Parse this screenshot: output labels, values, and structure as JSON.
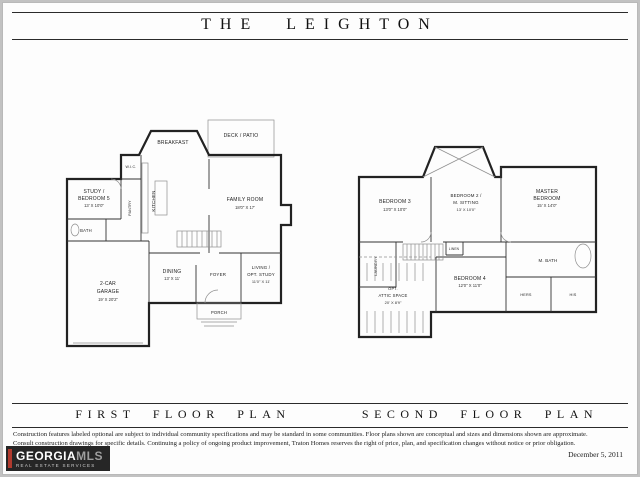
{
  "page": {
    "title": "THE LEIGHTON",
    "date": "December 5, 2011",
    "disclaimer_line1": "Construction features labeled optional are subject to individual community specifications and may be standard in some communities. Floor plans shown are conceptual and sizes and dimensions shown are approximate.",
    "disclaimer_line2": "Consult construction drawings for specific details. Continuing a policy of ongoing product improvement, Traton Homes reserves the right of price, plan, and specification changes without notice or prior obligation."
  },
  "logo": {
    "brand_primary": "GEORGIA",
    "brand_secondary": "MLS",
    "tagline": "REAL ESTATE SERVICES"
  },
  "colors": {
    "wall": "#222222",
    "light_line": "#8f8f8f",
    "logo_bg": "#262626",
    "logo_accent": "#b03a2e"
  },
  "first_floor": {
    "caption": "FIRST FLOOR PLAN",
    "rooms": [
      {
        "lines": [
          "BREAKFAST"
        ]
      },
      {
        "lines": [
          "STUDY /",
          "BEDROOM 5"
        ],
        "dims": "13' X 10'0\""
      },
      {
        "lines": [
          "PANTRY"
        ]
      },
      {
        "lines": [
          "W.I.C."
        ]
      },
      {
        "lines": [
          "BATH"
        ]
      },
      {
        "lines": [
          "KITCHEN"
        ]
      },
      {
        "lines": [
          "FAMILY ROOM"
        ],
        "dims": "18'0\" X 17'"
      },
      {
        "lines": [
          "2-CAR",
          "GARAGE"
        ],
        "dims": "19' X 20'2\""
      },
      {
        "lines": [
          "DINING"
        ],
        "dims": "13' X 11'"
      },
      {
        "lines": [
          "FOYER"
        ]
      },
      {
        "lines": [
          "LIVING /",
          "OPT. STUDY"
        ],
        "dims": "11'0\" X 11'"
      },
      {
        "lines": [
          "PORCH"
        ]
      },
      {
        "lines": [
          "DECK / PATIO"
        ]
      }
    ]
  },
  "second_floor": {
    "caption": "SECOND FLOOR PLAN",
    "rooms": [
      {
        "lines": [
          "BEDROOM 3"
        ],
        "dims": "13'0\" X 10'0\""
      },
      {
        "lines": [
          "BEDROOM 2 /",
          "M. SITTING"
        ],
        "dims": "13' X 10'0\""
      },
      {
        "lines": [
          "MASTER",
          "BEDROOM"
        ],
        "dims": "15' X 14'0\""
      },
      {
        "lines": [
          "LAUNDRY"
        ]
      },
      {
        "lines": [
          "LINEN"
        ]
      },
      {
        "lines": [
          "M. BATH"
        ]
      },
      {
        "lines": [
          "BEDROOM 4"
        ],
        "dims": "12'0\" X 11'0\""
      },
      {
        "lines": [
          "HERS"
        ]
      },
      {
        "lines": [
          "HIS"
        ]
      },
      {
        "lines": [
          "OPT.",
          "ATTIC SPACE"
        ],
        "dims": "20' X 8'9\""
      }
    ]
  }
}
